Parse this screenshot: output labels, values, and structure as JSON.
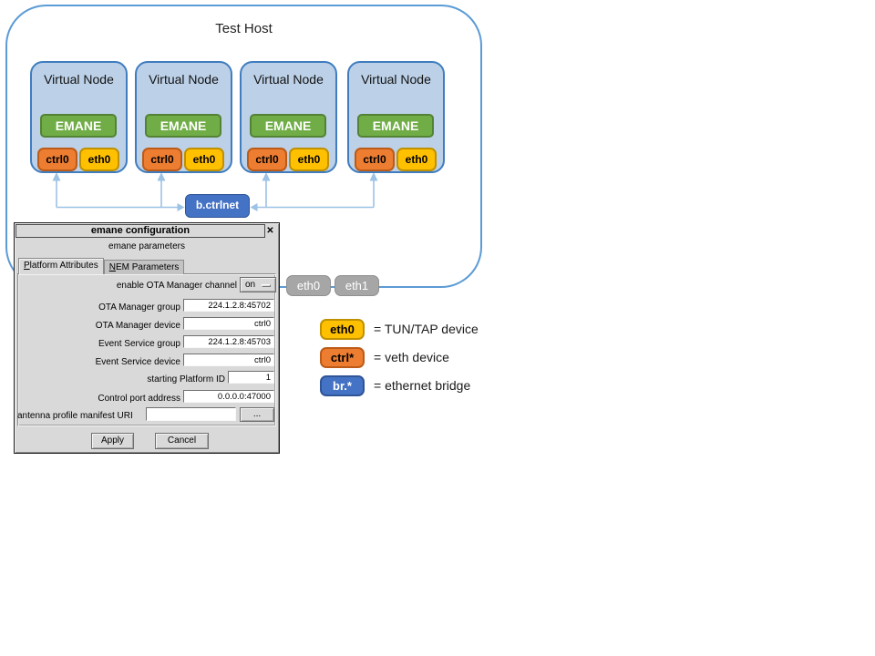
{
  "diagram": {
    "host_title": "Test Host",
    "nodes": [
      {
        "title": "Virtual Node",
        "emane_label": "EMANE",
        "ctrl_label": "ctrl0",
        "eth_label": "eth0"
      },
      {
        "title": "Virtual Node",
        "emane_label": "EMANE",
        "ctrl_label": "ctrl0",
        "eth_label": "eth0"
      },
      {
        "title": "Virtual Node",
        "emane_label": "EMANE",
        "ctrl_label": "ctrl0",
        "eth_label": "eth0"
      },
      {
        "title": "Virtual Node",
        "emane_label": "EMANE",
        "ctrl_label": "ctrl0",
        "eth_label": "eth0"
      }
    ],
    "bridge_label": "b.ctrlnet",
    "host_interfaces": [
      {
        "label": "eth0"
      },
      {
        "label": "eth1"
      }
    ],
    "legend": [
      {
        "box_label": "eth0",
        "description": "= TUN/TAP device"
      },
      {
        "box_label": "ctrl*",
        "description": "= veth device"
      },
      {
        "box_label": "br.*",
        "description": "= ethernet bridge"
      }
    ]
  },
  "dialog": {
    "title": "emane configuration",
    "subtitle": "emane parameters",
    "tabs": [
      {
        "label": "Platform Attributes",
        "active": true
      },
      {
        "label": "NEM Parameters",
        "active": false
      }
    ],
    "ota_channel": {
      "label": "enable OTA Manager channel",
      "value": "on"
    },
    "fields": [
      {
        "label": "OTA Manager group",
        "value": "224.1.2.8:45702"
      },
      {
        "label": "OTA Manager device",
        "value": "ctrl0"
      },
      {
        "label": "Event Service group",
        "value": "224.1.2.8:45703"
      },
      {
        "label": "Event Service device",
        "value": "ctrl0"
      },
      {
        "label": "starting Platform ID",
        "value": "1"
      },
      {
        "label": "Control port address",
        "value": "0.0.0.0:47000"
      }
    ],
    "antenna": {
      "label": "antenna profile manifest URI",
      "value": "",
      "browse_label": "..."
    },
    "buttons": {
      "apply": "Apply",
      "cancel": "Cancel"
    }
  },
  "icons": {
    "close": "✕"
  },
  "colors": {
    "host_border": "#5b9bd5",
    "node_fill": "#bcd1e8",
    "node_border": "#3f7dbf",
    "emane_fill": "#70ad47",
    "emane_border": "#548235",
    "ctrl_fill": "#ed7d31",
    "ctrl_border": "#bc5b17",
    "eth_fill": "#ffc000",
    "eth_border": "#bf9000",
    "bridge_fill": "#4472c4",
    "bridge_border": "#2f5597",
    "host_if_fill": "#a6a6a6",
    "connector": "#9cc2e5",
    "dialog_bg": "#d9d9d9"
  }
}
